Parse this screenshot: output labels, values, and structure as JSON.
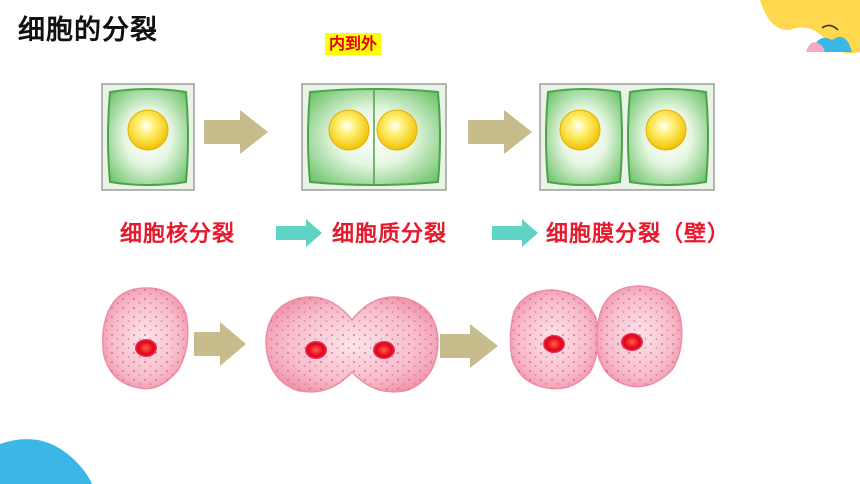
{
  "slide": {
    "title": "细胞的分裂",
    "highlight": "内到外",
    "steps": [
      {
        "label": "细胞核分裂"
      },
      {
        "label": "细胞质分裂"
      },
      {
        "label": "细胞膜分裂（壁）"
      }
    ]
  },
  "colors": {
    "label_red": "#e8192c",
    "highlight_bg": "#ffff00",
    "plant_cell_green": "#7dc97a",
    "nucleus_yellow": "#ffd500",
    "animal_cell_pink": "#f29bb0",
    "animal_nucleus_red": "#d4001e",
    "arrow_tan": "#c7bc8c",
    "arrow_teal": "#5fd3c4",
    "deco_yellow": "#ffd84d",
    "deco_blue": "#3ab7e6"
  },
  "icons": [
    "right-arrow-icon",
    "plant-cell-icon",
    "animal-cell-icon"
  ]
}
